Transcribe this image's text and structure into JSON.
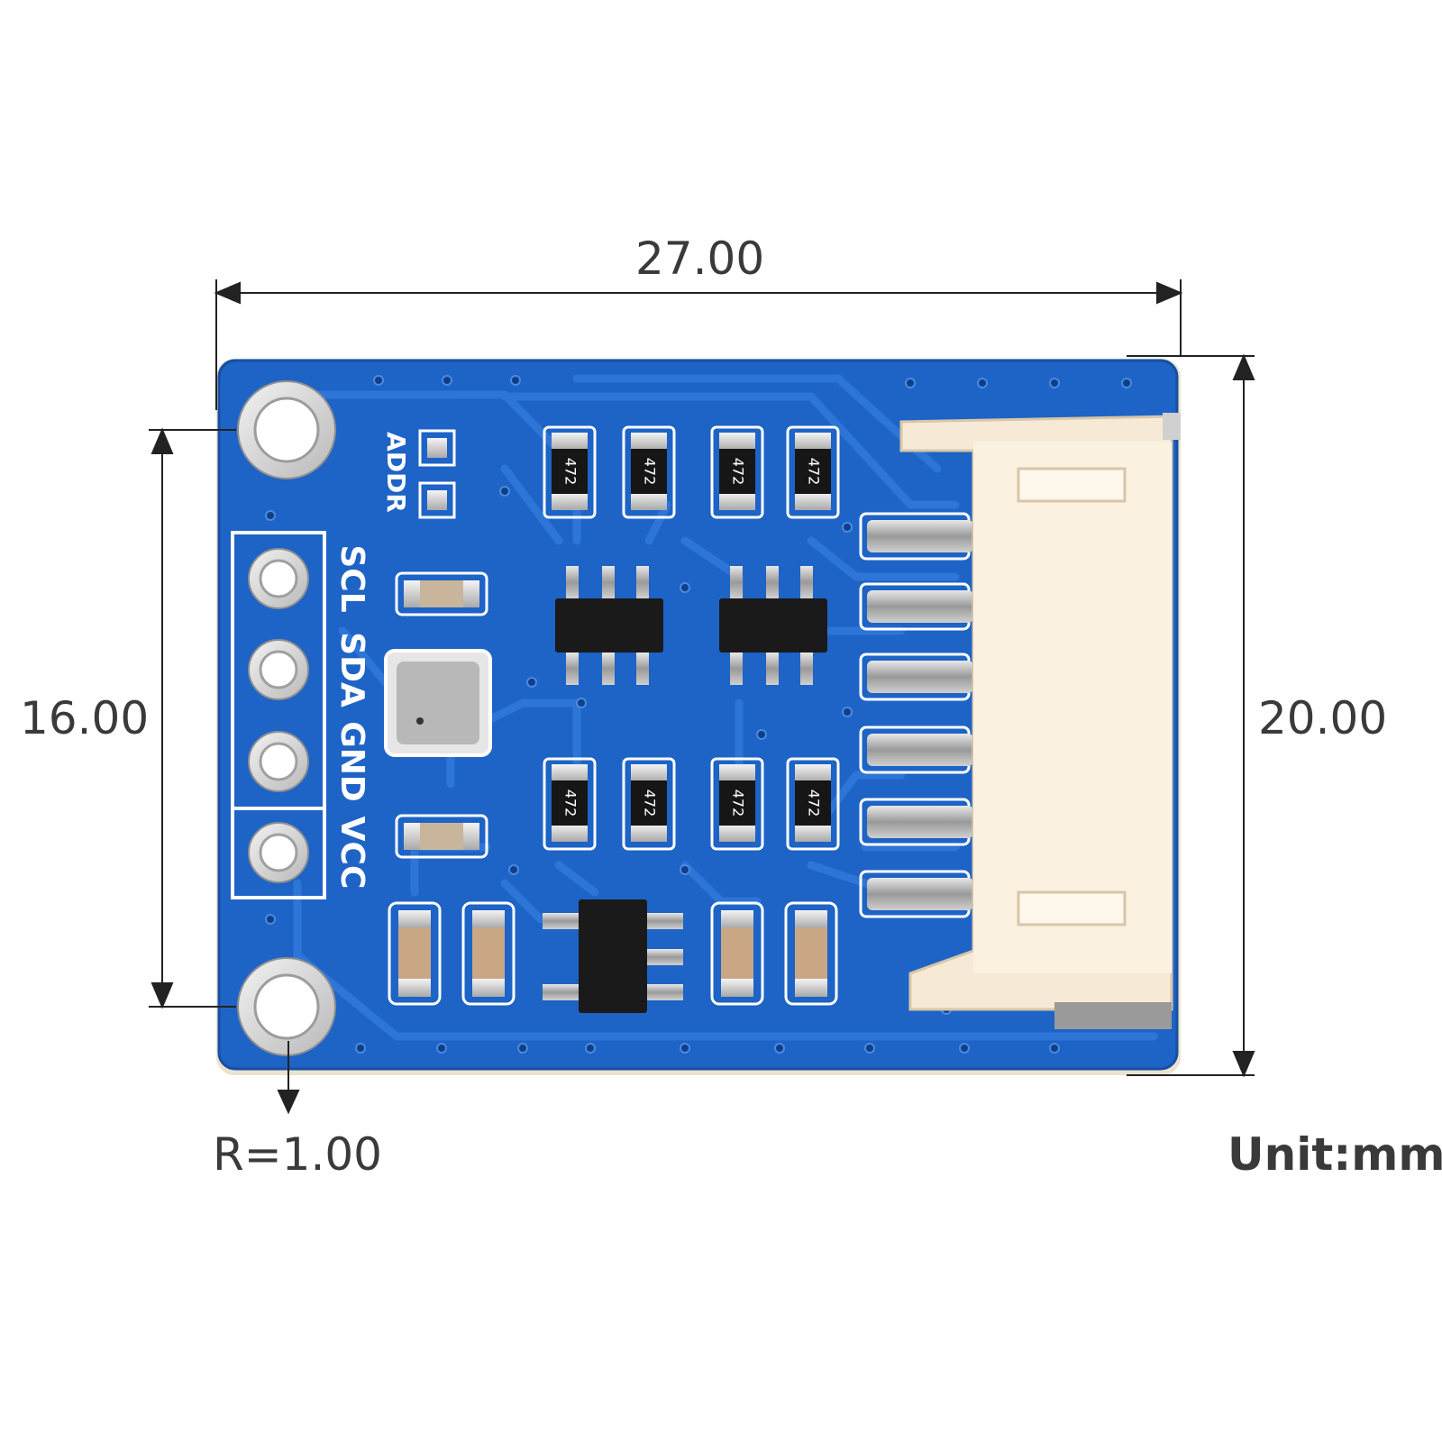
{
  "dimensions": {
    "width": "27.00",
    "hole_spacing": "16.00",
    "height": "20.00",
    "corner_radius": "R=1.00",
    "unit": "Unit:mm"
  },
  "silkscreen": {
    "addr_label": "ADDR",
    "pin_labels": [
      "SCL",
      "SDA",
      "GND",
      "VCC"
    ],
    "resistor_code": "472"
  },
  "colors": {
    "board": "#1e63c6",
    "board_edge": "#174fa3",
    "trace": "#2f78d8",
    "silk": "#ffffff",
    "pad": "#d8d8d8",
    "connector": "#f6ead6",
    "chip": "#1a1a1a",
    "dimension_line": "#222222",
    "text": "#3a3a3a"
  }
}
